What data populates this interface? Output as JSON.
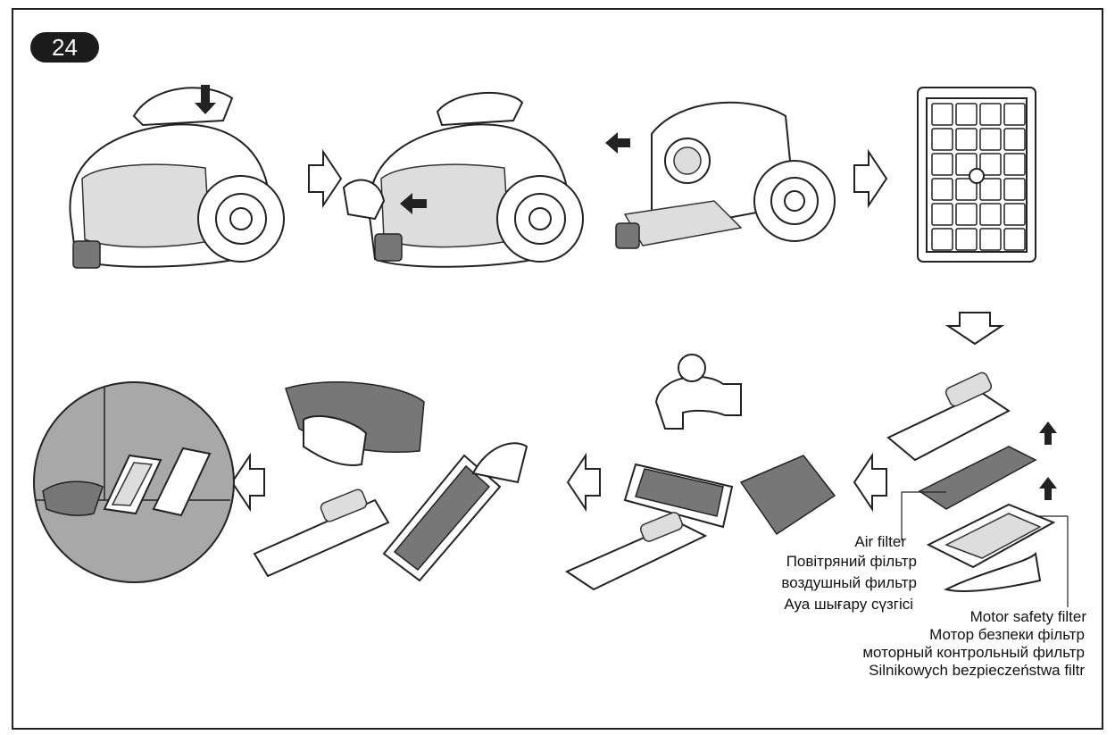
{
  "page_number": "24",
  "labels": {
    "air_filter": [
      "Air filter",
      "Повітряний фільтр",
      "воздушный фильтр",
      "Ауа шығару сүзгісі"
    ],
    "motor_filter": [
      "Motor safety filter",
      "Мотор безпеки фільтр",
      "моторный контрольный фильтр",
      "Silnikowych bezpieczeństwa filtr"
    ]
  },
  "colors": {
    "line": "#222222",
    "fill_light": "#dddddd",
    "fill_dark": "#777777",
    "badge": "#1c1c1c"
  }
}
